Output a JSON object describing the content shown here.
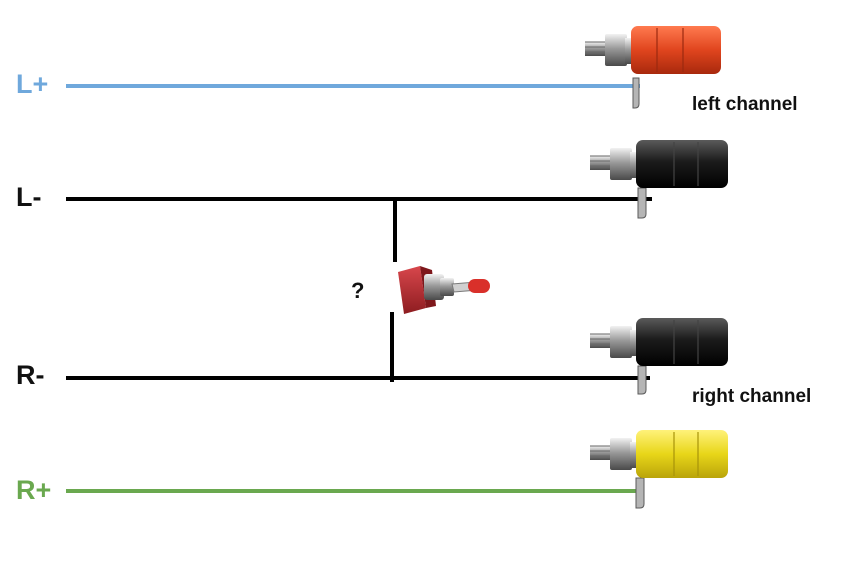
{
  "labels": {
    "l_plus": "L+",
    "l_minus": "L-",
    "r_minus": "R-",
    "r_plus": "R+",
    "left_channel": "left channel",
    "right_channel": "right channel",
    "question": "?"
  },
  "colors": {
    "l_plus_wire": "#6fa8dc",
    "r_plus_wire": "#6aa84f",
    "ground_wire": "#000000",
    "terminal_left_positive": "#e0451e",
    "terminal_negative": "#1b1b1b",
    "terminal_right_positive": "#e8d619",
    "switch_body": "#b3262b",
    "switch_lever_tip": "#d9302a"
  },
  "components": {
    "terminals": [
      "binding-post-red",
      "binding-post-black",
      "binding-post-black",
      "binding-post-yellow"
    ],
    "switch": "toggle-switch"
  }
}
